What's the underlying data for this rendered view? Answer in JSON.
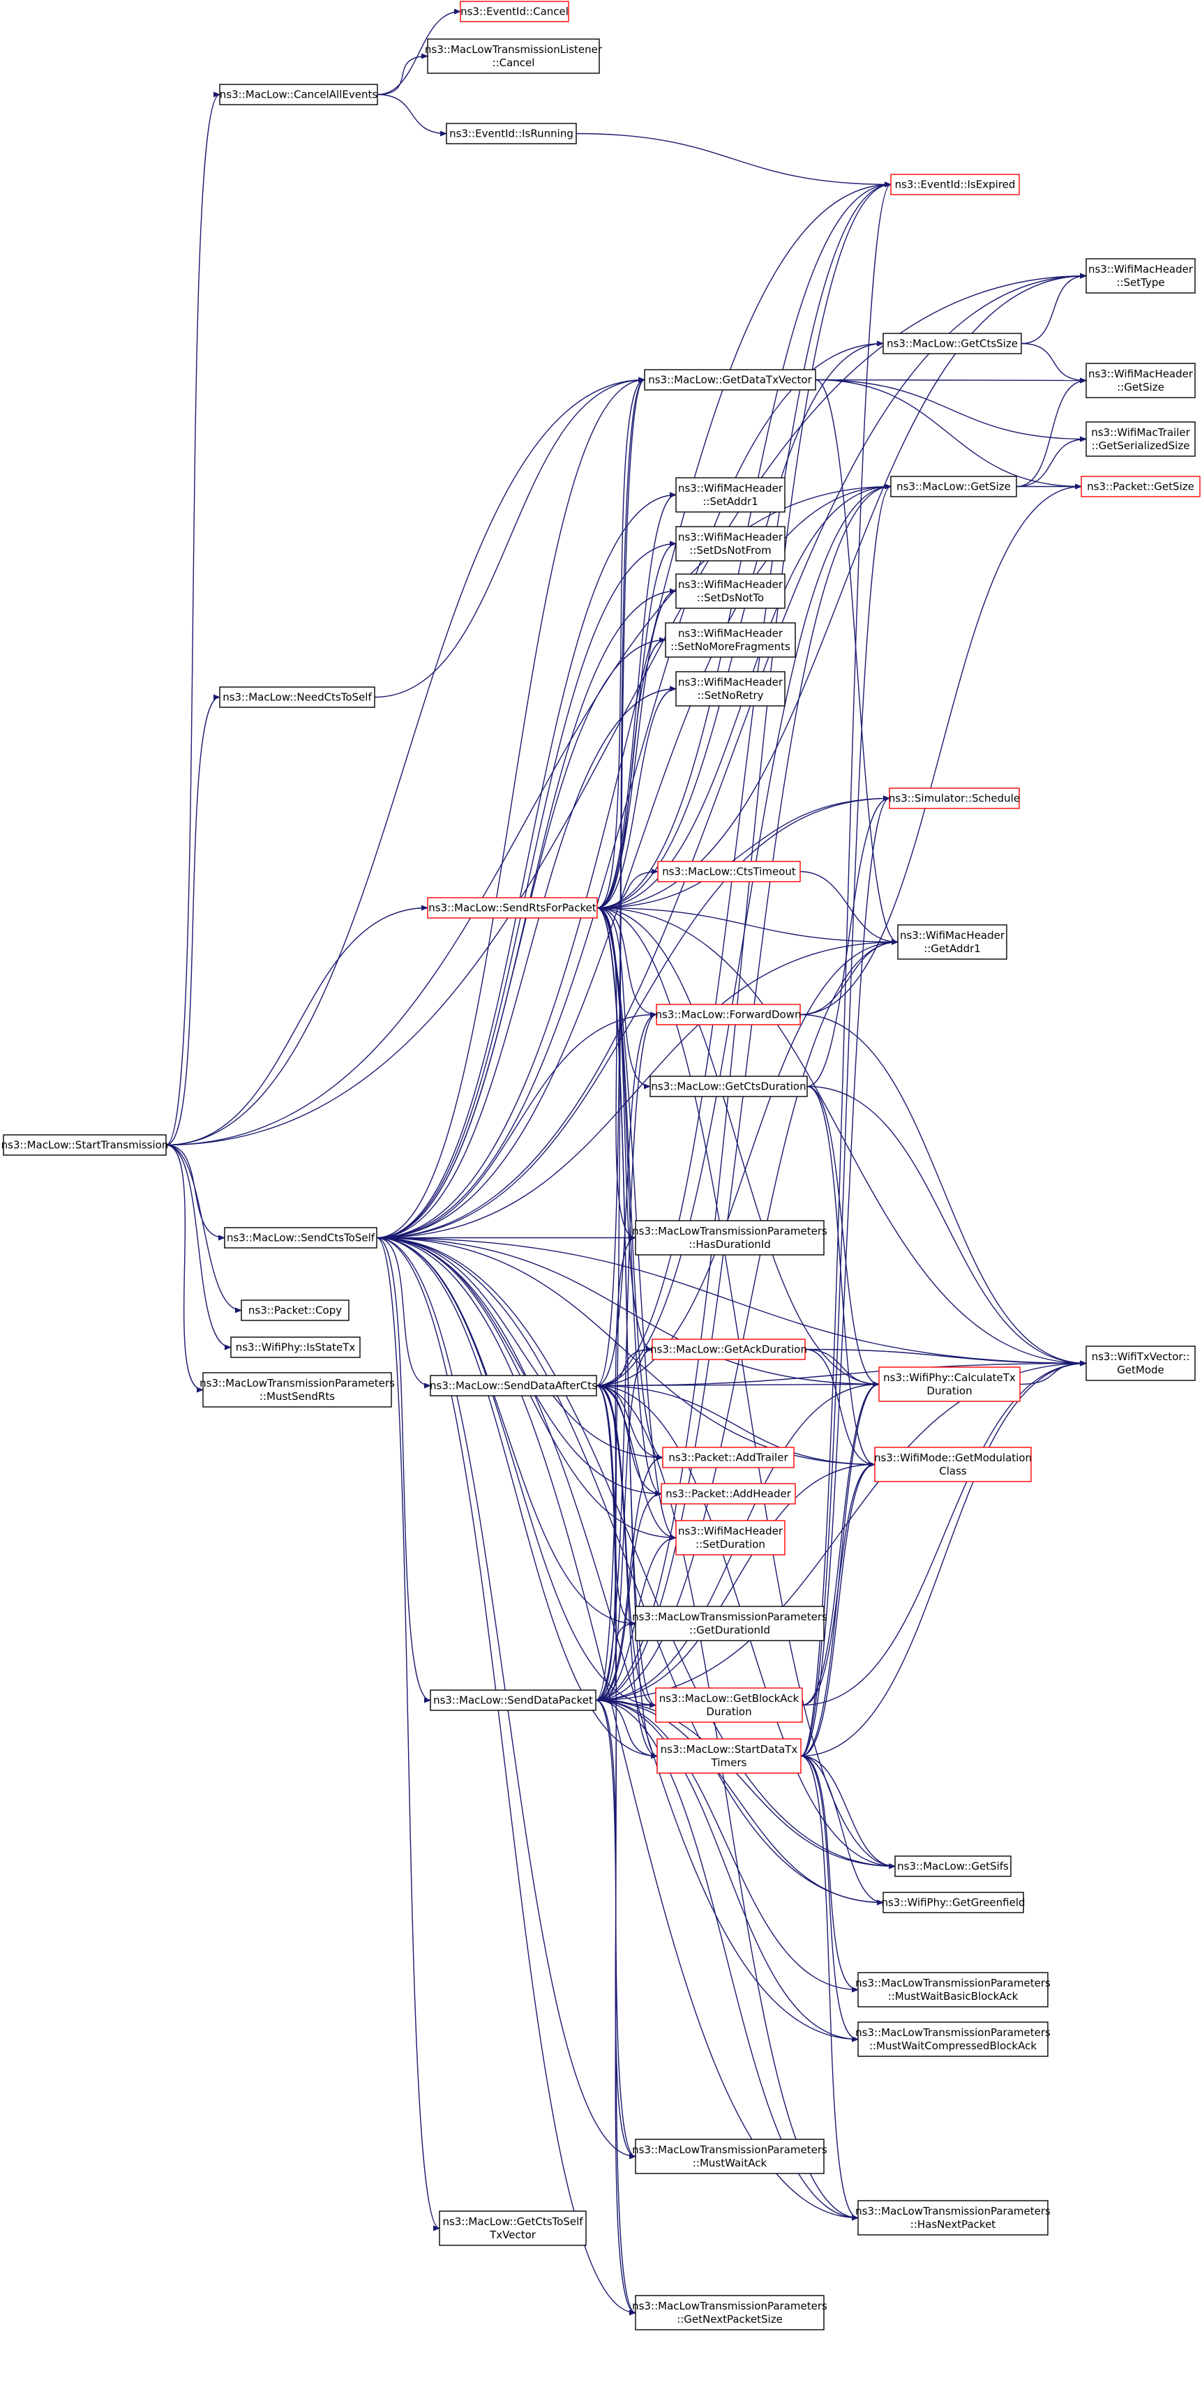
{
  "colors": {
    "edge": "#191970",
    "normal_border": "#000000",
    "red_border": "#ff0000",
    "root_fill": "#bfbfbf",
    "text": "#000000"
  },
  "nodes": {
    "start_transmission": {
      "lines": [
        "ns3::MacLow::StartTransmission"
      ],
      "style": "root"
    },
    "cancel_all_events": {
      "lines": [
        "ns3::MacLow::CancelAllEvents"
      ],
      "style": "normal"
    },
    "need_cts_to_self": {
      "lines": [
        "ns3::MacLow::NeedCtsToSelf"
      ],
      "style": "normal"
    },
    "send_rts_for_packet": {
      "lines": [
        "ns3::MacLow::SendRtsForPacket"
      ],
      "style": "red"
    },
    "send_cts_to_self": {
      "lines": [
        "ns3::MacLow::SendCtsToSelf"
      ],
      "style": "normal"
    },
    "packet_copy": {
      "lines": [
        "ns3::Packet::Copy"
      ],
      "style": "normal"
    },
    "is_state_tx": {
      "lines": [
        "ns3::WifiPhy::IsStateTx"
      ],
      "style": "normal"
    },
    "must_send_rts": {
      "lines": [
        "ns3::MacLowTransmissionParameters",
        "::MustSendRts"
      ],
      "style": "normal"
    },
    "eventid_cancel": {
      "lines": [
        "ns3::EventId::Cancel"
      ],
      "style": "red"
    },
    "listener_cancel": {
      "lines": [
        "ns3::MacLowTransmissionListener",
        "::Cancel"
      ],
      "style": "normal"
    },
    "eventid_isrunning": {
      "lines": [
        "ns3::EventId::IsRunning"
      ],
      "style": "normal"
    },
    "eventid_isexpired": {
      "lines": [
        "ns3::EventId::IsExpired"
      ],
      "style": "red"
    },
    "hdr_settype": {
      "lines": [
        "ns3::WifiMacHeader",
        "::SetType"
      ],
      "style": "normal"
    },
    "get_cts_size": {
      "lines": [
        "ns3::MacLow::GetCtsSize"
      ],
      "style": "normal"
    },
    "get_data_tx_vector": {
      "lines": [
        "ns3::MacLow::GetDataTxVector"
      ],
      "style": "normal"
    },
    "hdr_getsize": {
      "lines": [
        "ns3::WifiMacHeader",
        "::GetSize"
      ],
      "style": "normal"
    },
    "trailer_getserializedsize": {
      "lines": [
        "ns3::WifiMacTrailer",
        "::GetSerializedSize"
      ],
      "style": "normal"
    },
    "maclow_getsize": {
      "lines": [
        "ns3::MacLow::GetSize"
      ],
      "style": "normal"
    },
    "packet_getsize": {
      "lines": [
        "ns3::Packet::GetSize"
      ],
      "style": "red"
    },
    "hdr_setaddr1": {
      "lines": [
        "ns3::WifiMacHeader",
        "::SetAddr1"
      ],
      "style": "normal"
    },
    "hdr_setdsnotfrom": {
      "lines": [
        "ns3::WifiMacHeader",
        "::SetDsNotFrom"
      ],
      "style": "normal"
    },
    "hdr_setdsnotto": {
      "lines": [
        "ns3::WifiMacHeader",
        "::SetDsNotTo"
      ],
      "style": "normal"
    },
    "hdr_setnomorefragments": {
      "lines": [
        "ns3::WifiMacHeader",
        "::SetNoMoreFragments"
      ],
      "style": "normal"
    },
    "hdr_setnoretry": {
      "lines": [
        "ns3::WifiMacHeader",
        "::SetNoRetry"
      ],
      "style": "normal"
    },
    "simulator_schedule": {
      "lines": [
        "ns3::Simulator::Schedule"
      ],
      "style": "red"
    },
    "cts_timeout": {
      "lines": [
        "ns3::MacLow::CtsTimeout"
      ],
      "style": "red"
    },
    "hdr_getaddr1": {
      "lines": [
        "ns3::WifiMacHeader",
        "::GetAddr1"
      ],
      "style": "normal"
    },
    "forward_down": {
      "lines": [
        "ns3::MacLow::ForwardDown"
      ],
      "style": "red"
    },
    "get_cts_duration": {
      "lines": [
        "ns3::MacLow::GetCtsDuration"
      ],
      "style": "normal"
    },
    "has_duration_id": {
      "lines": [
        "ns3::MacLowTransmissionParameters",
        "::HasDurationId"
      ],
      "style": "normal"
    },
    "txvector_getmode": {
      "lines": [
        "ns3::WifiTxVector::",
        "GetMode"
      ],
      "style": "normal"
    },
    "get_ack_duration": {
      "lines": [
        "ns3::MacLow::GetAckDuration"
      ],
      "style": "red"
    },
    "calculate_tx_duration": {
      "lines": [
        "ns3::WifiPhy::CalculateTx",
        "Duration"
      ],
      "style": "red"
    },
    "send_data_after_cts": {
      "lines": [
        "ns3::MacLow::SendDataAfterCts"
      ],
      "style": "normal"
    },
    "get_modulation_class": {
      "lines": [
        "ns3::WifiMode::GetModulation",
        "Class"
      ],
      "style": "red"
    },
    "packet_addtrailer": {
      "lines": [
        "ns3::Packet::AddTrailer"
      ],
      "style": "red"
    },
    "packet_addheader": {
      "lines": [
        "ns3::Packet::AddHeader"
      ],
      "style": "red"
    },
    "hdr_setduration": {
      "lines": [
        "ns3::WifiMacHeader",
        "::SetDuration"
      ],
      "style": "red"
    },
    "get_duration_id": {
      "lines": [
        "ns3::MacLowTransmissionParameters",
        "::GetDurationId"
      ],
      "style": "normal"
    },
    "send_data_packet": {
      "lines": [
        "ns3::MacLow::SendDataPacket"
      ],
      "style": "normal"
    },
    "get_block_ack_duration": {
      "lines": [
        "ns3::MacLow::GetBlockAck",
        "Duration"
      ],
      "style": "red"
    },
    "start_data_tx_timers": {
      "lines": [
        "ns3::MacLow::StartDataTx",
        "Timers"
      ],
      "style": "red"
    },
    "get_sifs": {
      "lines": [
        "ns3::MacLow::GetSifs"
      ],
      "style": "normal"
    },
    "get_greenfield": {
      "lines": [
        "ns3::WifiPhy::GetGreenfield"
      ],
      "style": "normal"
    },
    "must_wait_basic_block_ack": {
      "lines": [
        "ns3::MacLowTransmissionParameters",
        "::MustWaitBasicBlockAck"
      ],
      "style": "normal"
    },
    "must_wait_compressed_block_ack": {
      "lines": [
        "ns3::MacLowTransmissionParameters",
        "::MustWaitCompressedBlockAck"
      ],
      "style": "normal"
    },
    "must_wait_ack": {
      "lines": [
        "ns3::MacLowTransmissionParameters",
        "::MustWaitAck"
      ],
      "style": "normal"
    },
    "get_cts_to_self_tx_vector": {
      "lines": [
        "ns3::MacLow::GetCtsToSelf",
        "TxVector"
      ],
      "style": "normal"
    },
    "has_next_packet": {
      "lines": [
        "ns3::MacLowTransmissionParameters",
        "::HasNextPacket"
      ],
      "style": "normal"
    },
    "get_next_packet_size": {
      "lines": [
        "ns3::MacLowTransmissionParameters",
        "::GetNextPacketSize"
      ],
      "style": "normal"
    }
  }
}
